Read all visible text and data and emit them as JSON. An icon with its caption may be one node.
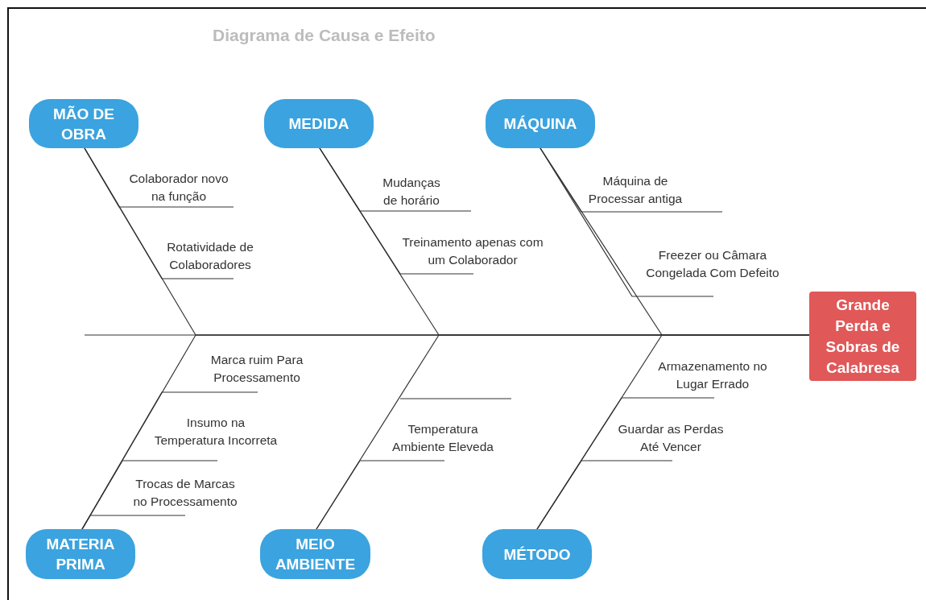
{
  "diagram": {
    "title": "Diagrama de Causa e Efeito",
    "nodes": [
      {
        "text": [
          "MÃO DE OBRA"
        ]
      },
      {
        "text": [
          "MEDIDA"
        ]
      },
      {
        "text": [
          "MÁQUINA"
        ]
      },
      {
        "text": [
          "Colaborador novo na função"
        ]
      },
      {
        "text": [
          "Rotatividade de Colaboradores"
        ]
      },
      {
        "text": [
          "Mudanças de horário"
        ]
      },
      {
        "text": [
          "Treinamento apenas com um Colaborador"
        ]
      },
      {
        "text": [
          "Máquina de Processar antiga"
        ]
      },
      {
        "text": [
          "Freezer ou Câmara Congelada Com Defeito"
        ]
      },
      {
        "text": [
          "Grande Perda e Sobras de Calabresa"
        ]
      },
      {
        "text": [
          "Marca ruim Para Processamento"
        ]
      },
      {
        "text": [
          "Armazenamento no Lugar Errado"
        ]
      },
      {
        "text": [
          "Insumo na Temperatura Incorreta"
        ]
      },
      {
        "text": [
          "Temperatura Ambiente Eleveda"
        ]
      },
      {
        "text": [
          "Guardar as Perdas Até Vencer"
        ]
      },
      {
        "text": [
          "Trocas de Marcas no Processamento"
        ]
      },
      {
        "text": [
          "MATERIA PRIMA"
        ]
      },
      {
        "text": [
          "MEIO AMBIENTE"
        ]
      },
      {
        "text": [
          "MÉTODO"
        ]
      }
    ],
    "edges": [
      {
        "from": null,
        "to": 9,
        "arrow": "none"
      },
      {
        "from": 0,
        "to": 9,
        "arrow": "none"
      },
      {
        "from": 1,
        "to": 9,
        "arrow": "none"
      },
      {
        "from": 2,
        "to": 9,
        "arrow": "none"
      },
      {
        "from": 16,
        "to": 9,
        "arrow": "none"
      },
      {
        "from": 17,
        "to": 9,
        "arrow": "none"
      },
      {
        "from": 18,
        "to": 9,
        "arrow": "none"
      },
      {
        "from": 3,
        "to": 0,
        "arrow": "none"
      },
      {
        "from": 4,
        "to": 0,
        "arrow": "none"
      },
      {
        "from": 5,
        "to": 1,
        "arrow": "none"
      },
      {
        "from": 6,
        "to": 1,
        "arrow": "none"
      },
      {
        "from": 7,
        "to": 2,
        "arrow": "none"
      },
      {
        "from": 8,
        "to": 2,
        "arrow": "none"
      },
      {
        "from": 10,
        "to": 16,
        "arrow": "none"
      },
      {
        "from": 11,
        "to": 18,
        "arrow": "none"
      },
      {
        "from": 12,
        "to": 16,
        "arrow": "none"
      },
      {
        "from": 13,
        "to": 17,
        "arrow": "none"
      },
      {
        "from": 14,
        "to": 18,
        "arrow": "none"
      },
      {
        "from": 15,
        "to": 16,
        "arrow": "none"
      }
    ]
  }
}
